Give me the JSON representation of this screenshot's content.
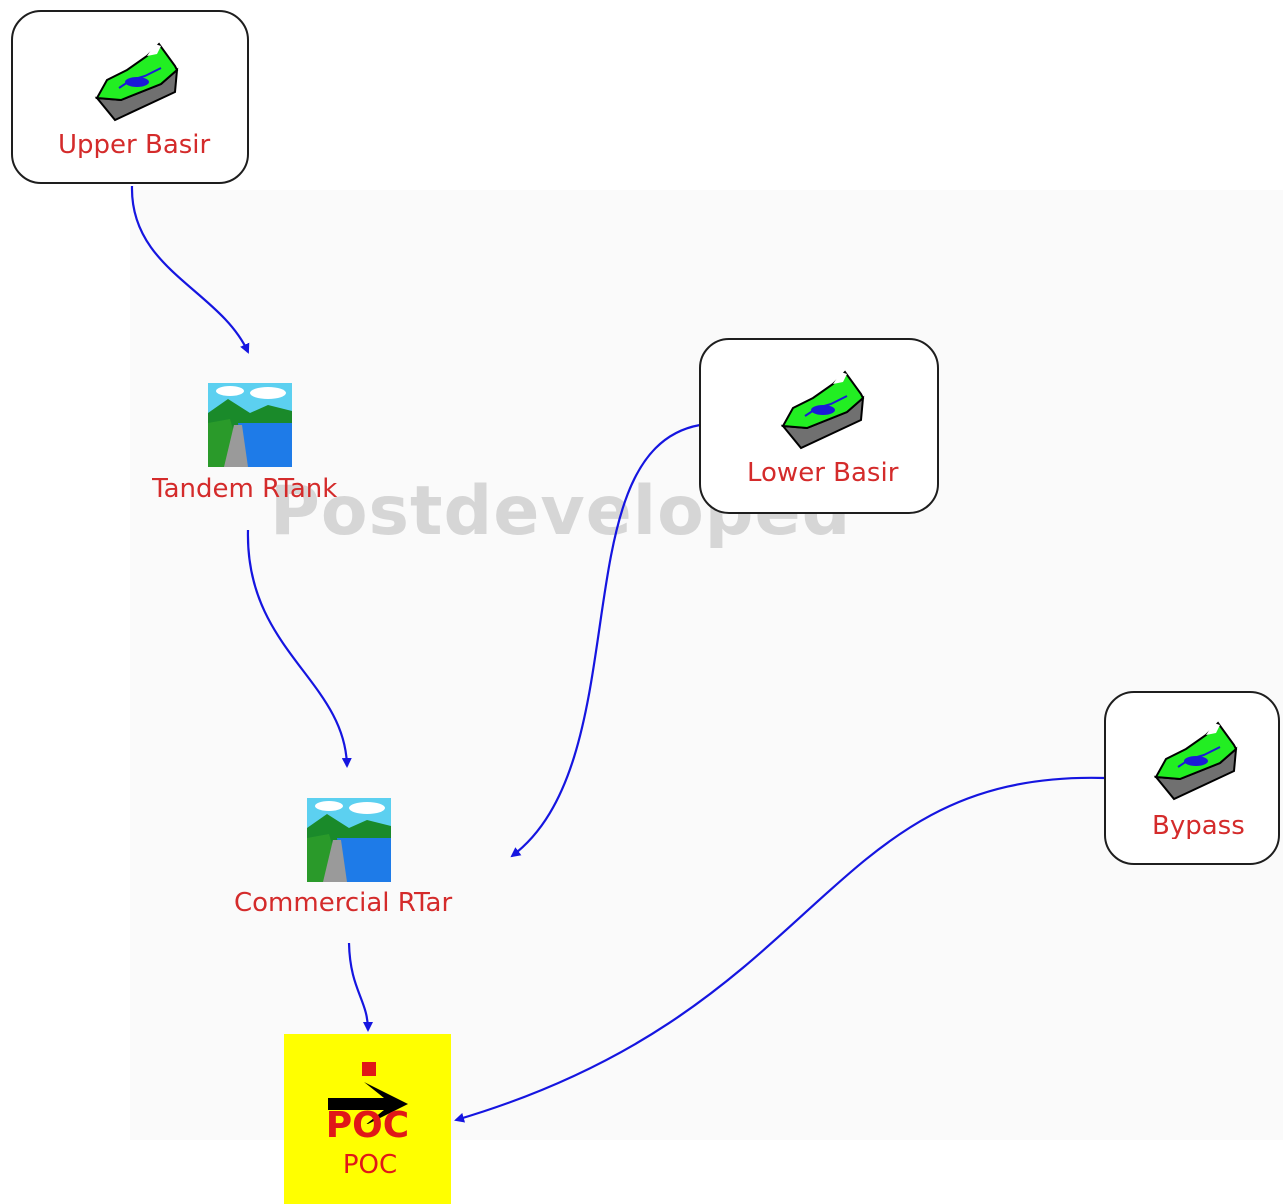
{
  "watermark": "Postdeveloped",
  "nodes": {
    "upper_basin": {
      "label": "Upper Basir"
    },
    "tandem_rtank": {
      "label": "Tandem RTank"
    },
    "lower_basin": {
      "label": "Lower Basir"
    },
    "commercial_rtank": {
      "label": "Commercial RTar"
    },
    "bypass": {
      "label": "Bypass"
    },
    "poc": {
      "title": "POC",
      "label": "POC"
    }
  },
  "colors": {
    "link": "#1515e0",
    "label": "#d42b2b",
    "poc_fill": "#ffff00",
    "node_border": "#1e1e1e"
  },
  "connections": [
    {
      "from": "Upper Basir",
      "to": "Tandem RTank"
    },
    {
      "from": "Tandem RTank",
      "to": "Commercial RTar"
    },
    {
      "from": "Lower Basir",
      "to": "Commercial RTar"
    },
    {
      "from": "Commercial RTar",
      "to": "POC"
    },
    {
      "from": "Bypass",
      "to": "POC"
    }
  ]
}
